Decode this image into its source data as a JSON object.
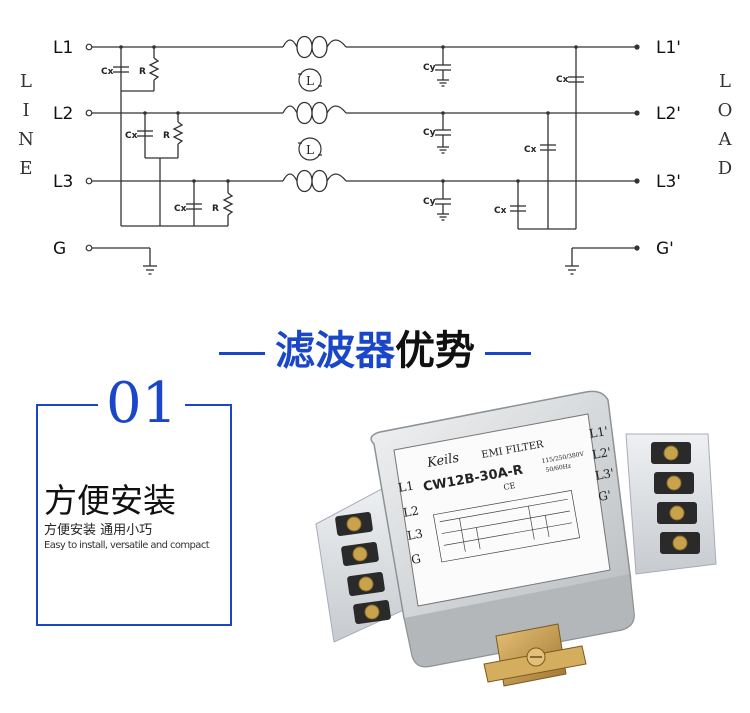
{
  "schematic": {
    "left_terminals": [
      "L1",
      "L2",
      "L3",
      "G"
    ],
    "right_terminals": [
      "L1'",
      "L2'",
      "L3'",
      "G'"
    ],
    "left_side_letters": [
      "L",
      "I",
      "N",
      "E"
    ],
    "right_side_letters": [
      "L",
      "O",
      "A",
      "D"
    ],
    "cx_label": "Cx",
    "cy_label": "Cy",
    "r_label": "R",
    "choke_label": "L"
  },
  "section": {
    "title_blue": "滤波器",
    "title_black": "优势"
  },
  "feature": {
    "number": "01",
    "title": "方便安装",
    "subtitle": "方便安装 通用小巧",
    "english": "Easy to install, versatile and compact"
  },
  "product": {
    "brand": "Keils",
    "label": "EMI  FILTER",
    "model": "CW12B-30A-R",
    "rating": "115/250/380V",
    "freq": "50/60Hz",
    "ce": "CE",
    "left_pins": [
      "L1",
      "L2",
      "L3",
      "G"
    ],
    "right_pins": [
      "L1'",
      "L2'",
      "L3'",
      "G'"
    ]
  },
  "colors": {
    "accent": "#1a47c8",
    "line": "#333333"
  }
}
